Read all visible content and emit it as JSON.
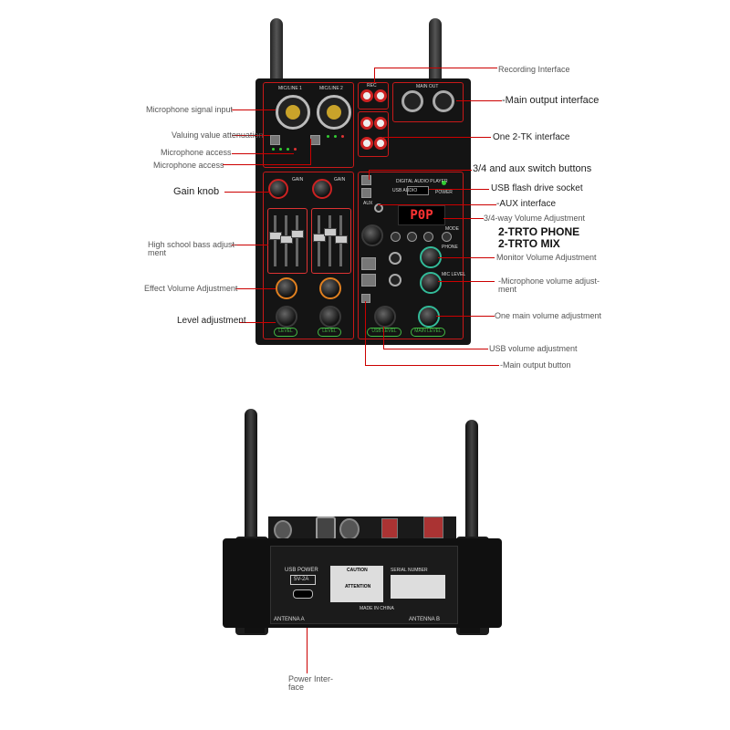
{
  "callouts": {
    "recording_interface": "Recording Interface",
    "main_output_interface": "-Main output interface",
    "two_tk_interface": "One 2-TK interface",
    "switch_buttons": "3/4 and aux switch buttons",
    "usb_flash": "USB flash drive socket",
    "aux_interface": "-AUX interface",
    "volume_34": "3/4-way Volume Adjustment",
    "trto_phone": "2-TRTO PHONE",
    "trto_mix": "2-TRTO MIX",
    "monitor_volume": "Monitor Volume Adjustment",
    "mic_volume_1": "-Microphone volume adjust-",
    "mic_volume_2": "ment",
    "main_volume": "One main volume adjustment",
    "usb_volume": "USB volume adjustment",
    "main_output_button": "-Main output button",
    "mic_signal_input": "Microphone signal input",
    "valuing_value": "Valuing value attenuation",
    "mic_access_1": "Microphone access",
    "mic_access_2": "Microphone access",
    "gain_knob": "Gain knob",
    "bass_1": "High school bass adjust-",
    "bass_2": "ment",
    "effect_volume": "Effect Volume Adjustment",
    "level_adjustment": "Level adjustment",
    "power_interface_1": "Power Inter-",
    "power_interface_2": "face"
  },
  "device_top": {
    "mic_line_1": "MIC/LINE 1",
    "mic_line_2": "MIC/LINE 2",
    "rec": "REC",
    "main_out": "MAIN OUT",
    "gain": "GAIN",
    "level": "LEVEL",
    "phone": "PHONE",
    "mic_level": "MIC LEVEL",
    "display": "P0P",
    "usb_audio": "USB AUDIO",
    "usb_level": "USB LEVEL",
    "main_level": "MAIN LEVEL",
    "aux": "AUX",
    "mode": "MODE",
    "digital_player": "DIGITAL AUDIO PLAYER",
    "power": "POWER"
  },
  "device_back": {
    "usb_power": "USB POWER",
    "voltage": "5V-2A",
    "caution": "CAUTION",
    "attention": "ATTENTION",
    "serial": "SERIAL NUMBER",
    "made_in": "MADE IN CHINA",
    "antenna_a": "ANTENNA A",
    "antenna_b": "ANTENNA B"
  },
  "colors": {
    "callout_line": "#cc0000",
    "panel_red": "#c81919",
    "led_green": "#33cc33",
    "body": "#141414"
  }
}
